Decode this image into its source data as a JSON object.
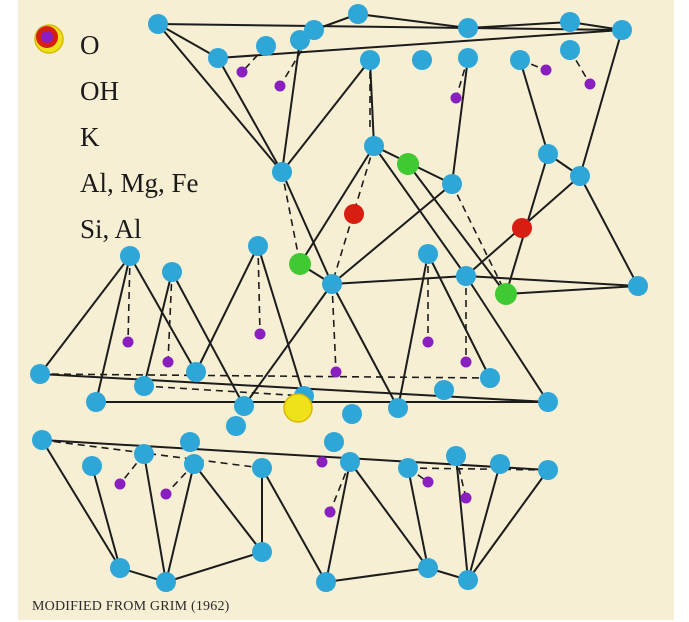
{
  "legend": [
    {
      "label": "O",
      "atom": "oxygen",
      "color": "#2ea6d8"
    },
    {
      "label": "OH",
      "atom": "hydroxyl",
      "color": "#3fc933"
    },
    {
      "label": "K",
      "atom": "potassium",
      "color": "#efe21a"
    },
    {
      "label": "Al, Mg, Fe",
      "atom": "octahedral-cation",
      "color": "#d81e12"
    },
    {
      "label": "Si, Al",
      "atom": "tetrahedral-cation",
      "color": "#8a1fc0"
    }
  ],
  "credit": "MODIFIED FROM GRIM (1962)",
  "colors": {
    "background": "#f6efd4",
    "bond": "#1c1c1c"
  }
}
